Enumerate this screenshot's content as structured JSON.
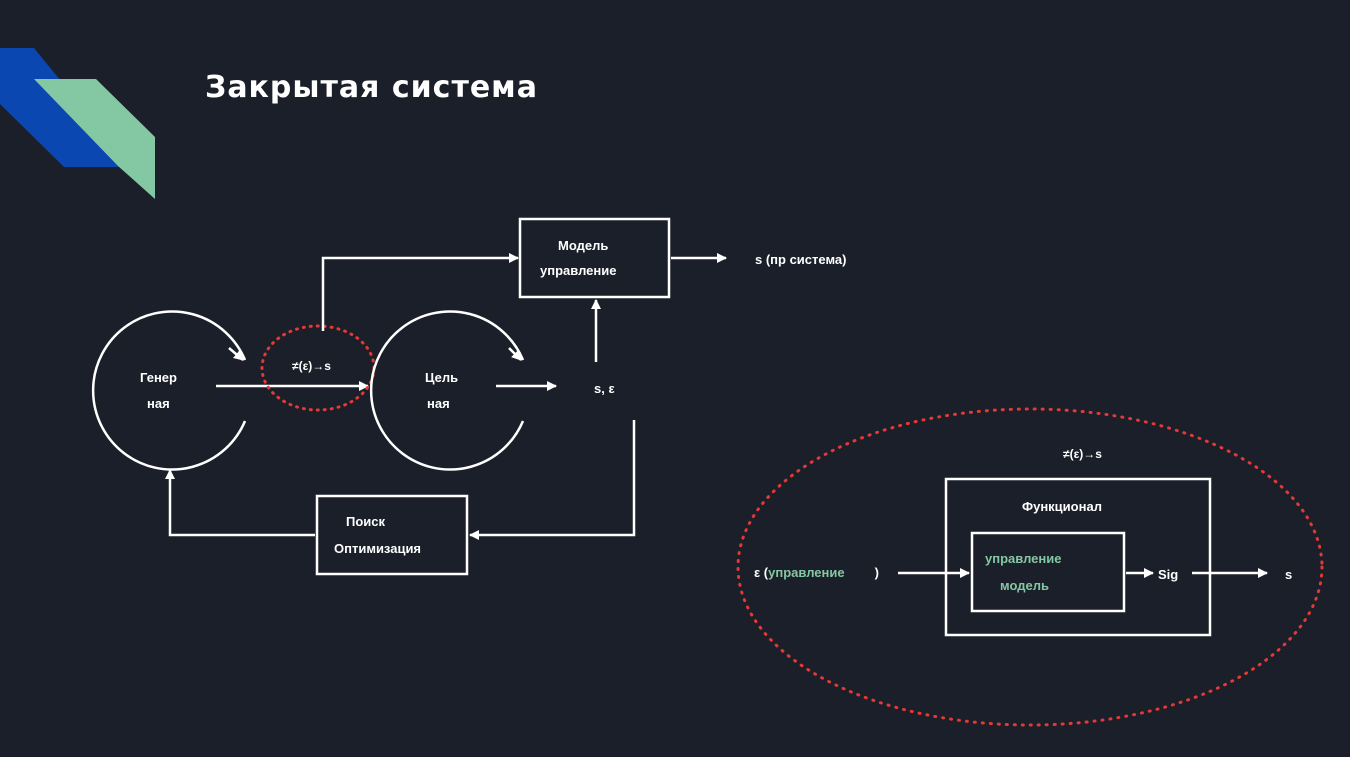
{
  "slide": {
    "title": "Закрытая система",
    "colors": {
      "background": "#1b1f29",
      "accent_blue": "#0a47b0",
      "accent_green": "#84c7a3",
      "foreground": "#ffffff",
      "highlight": "#e53935",
      "nested_label": "#84c7a3"
    }
  },
  "diagram": {
    "main": {
      "input_gen_label_line1": "Генер",
      "input_gen_label_line2": "ная",
      "transform_label": "≠(ε)→s",
      "target_label_line1": "Цель",
      "target_label_line2": "ная",
      "state_label": "s, ε",
      "module_label_line1": "Модель",
      "module_label_line2": "управление",
      "output_label": "s (пр  система)",
      "feedback_label_line1": "Поиск",
      "feedback_label_line2": "Оптимизация"
    },
    "detail": {
      "top_label": "≠(ε)→s",
      "outer_box_label": "Функционал",
      "inner_box_line1": "управление",
      "inner_box_line2": "модель",
      "input_label_prefix": "ε (",
      "input_label_highlight": "управление",
      "input_label_suffix": ")",
      "out_label_mid": "Sig",
      "out_label_end": "s"
    }
  }
}
